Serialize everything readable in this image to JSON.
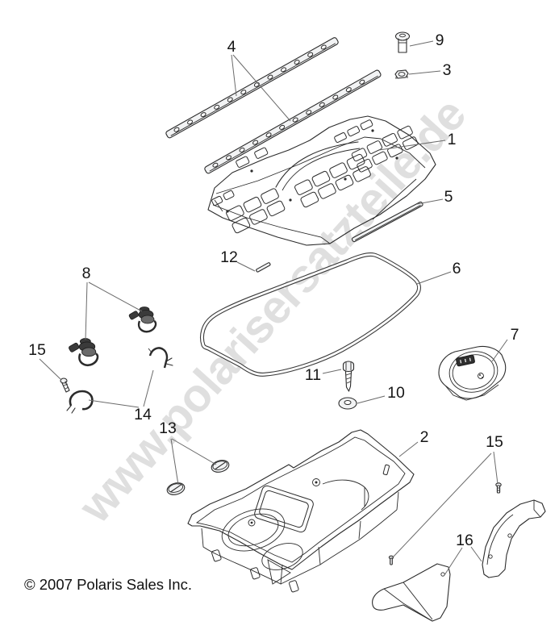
{
  "diagram": {
    "watermark": "www.polarisersatzteile.de",
    "copyright": "© 2007 Polaris Sales Inc.",
    "callouts": {
      "c1": "1",
      "c2": "2",
      "c3": "3",
      "c4": "4",
      "c5": "5",
      "c6": "6",
      "c7": "7",
      "c8": "8",
      "c9": "9",
      "c10": "10",
      "c11": "11",
      "c12": "12",
      "c13": "13",
      "c14": "14",
      "c15_left": "15",
      "c15_right": "15",
      "c16": "16"
    },
    "colors": {
      "background": "#ffffff",
      "line_art": "#2b2b2b",
      "leader_line": "#6a6a6a",
      "watermark_gray": "#c4c4c4",
      "label_text": "#161616"
    }
  }
}
